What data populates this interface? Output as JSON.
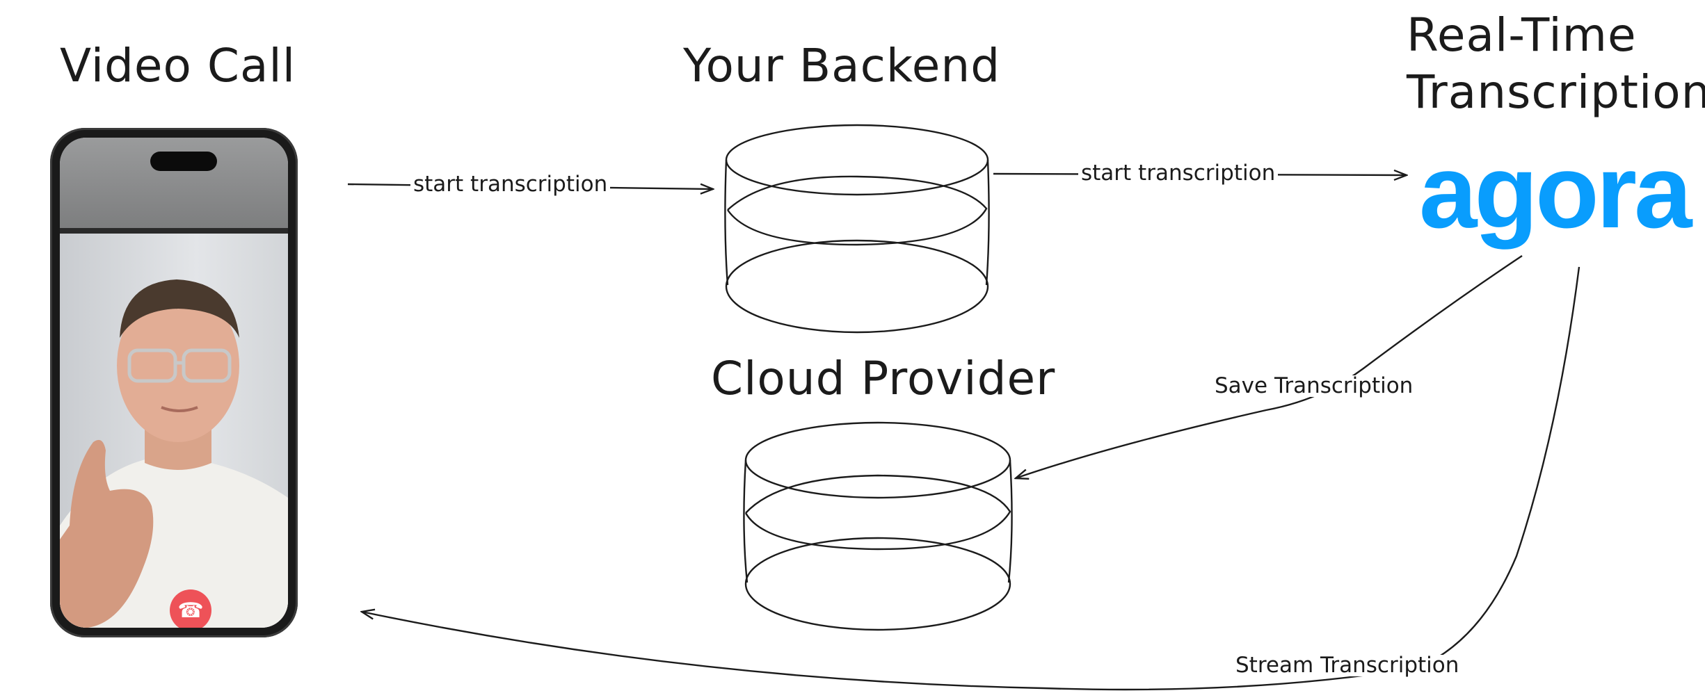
{
  "titles": {
    "video_call": "Video Call",
    "backend": "Your Backend",
    "cloud": "Cloud Provider",
    "realtime_line1": "Real-Time",
    "realtime_line2": "Transcription"
  },
  "arrows": {
    "start1": "start transcription",
    "start2": "start transcription",
    "save": "Save Transcription",
    "stream": "Stream Transcription"
  },
  "logo_text": "agora",
  "colors": {
    "logo": "#099dfd",
    "hangup": "#ee5258",
    "ink": "#1b1b1b"
  },
  "icons": {
    "hangup": "phone-hangup-icon"
  }
}
